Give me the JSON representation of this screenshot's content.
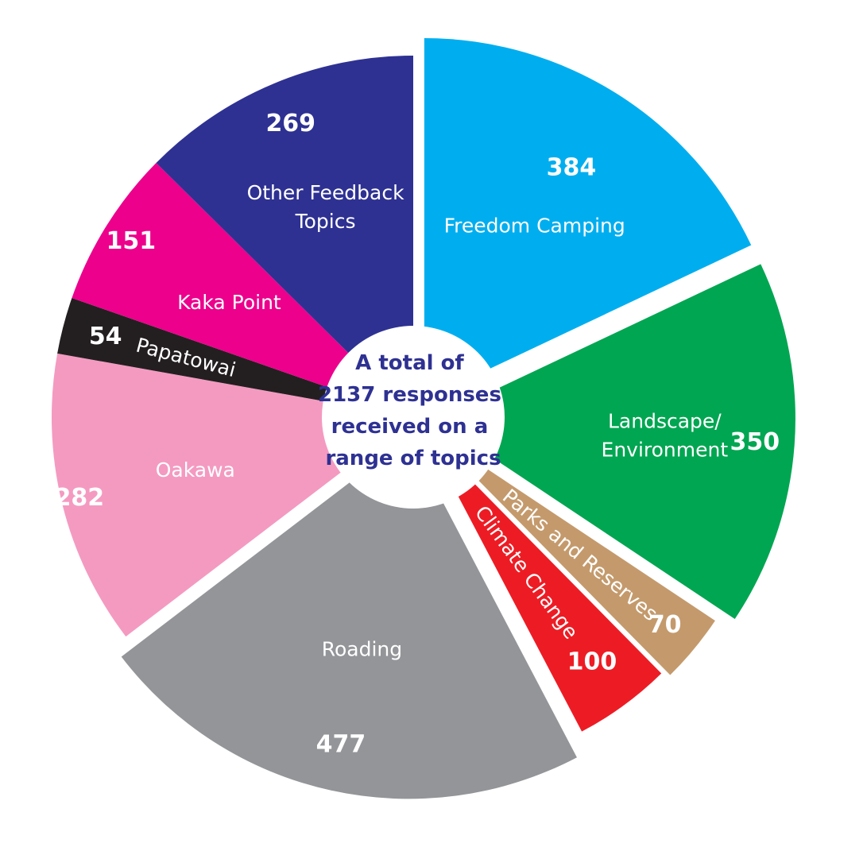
{
  "chart_data": {
    "type": "pie",
    "center_label": [
      "A total of",
      "2137 responses",
      "received on a",
      "range of topics"
    ],
    "categories": [
      "Freedom Camping",
      "Landscape/ Environment",
      "Parks and Reserves",
      "Climate Change",
      "Roading",
      "Oakawa",
      "Papatowai",
      "Kaka Point",
      "Other Feedback Topics"
    ],
    "values": [
      384,
      350,
      70,
      100,
      477,
      282,
      54,
      151,
      269
    ],
    "colors": [
      "#00aeef",
      "#00a651",
      "#c49a6c",
      "#ed1c24",
      "#939598",
      "#f49ac1",
      "#231f20",
      "#ec008c",
      "#2e3192"
    ],
    "center_fill": "#ffffff",
    "center_text_color": "#2e3192",
    "label_color": "#ffffff"
  }
}
